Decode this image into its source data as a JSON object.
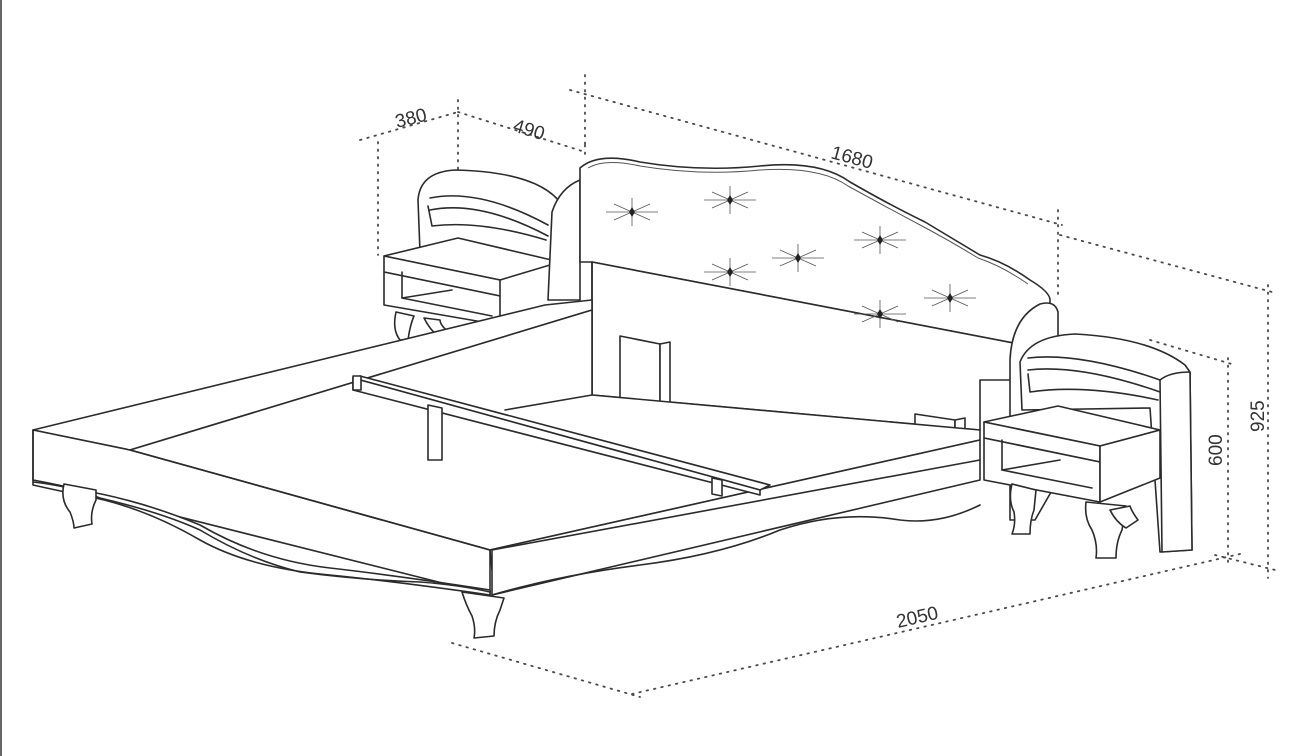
{
  "dimensions": {
    "nightstand_width": "380",
    "nightstand_depth": "490",
    "headboard_width": "1680",
    "bed_length": "2050",
    "nightstand_height": "600",
    "headboard_height": "925"
  },
  "colors": {
    "line": "#2b2b2b",
    "dimension_line": "#4a4a4a",
    "tuft_accent": "#8b1a1a"
  }
}
